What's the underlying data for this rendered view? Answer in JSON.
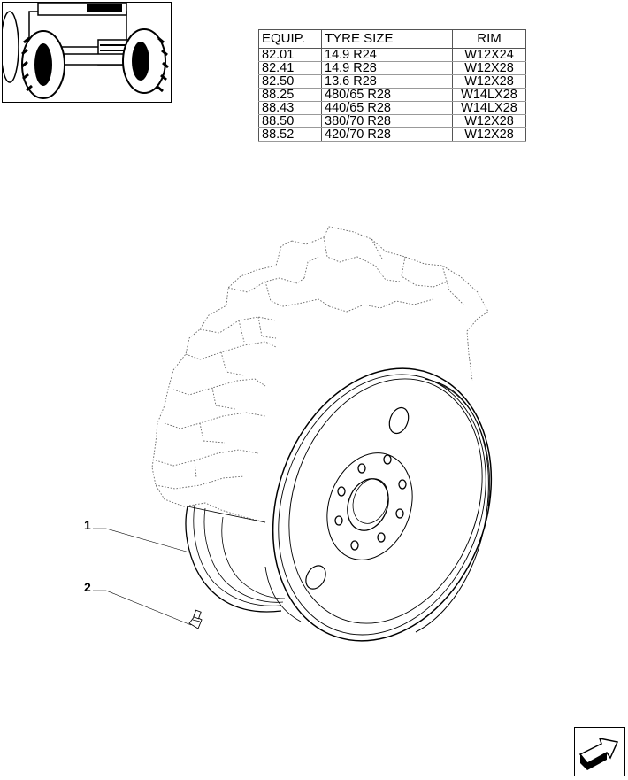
{
  "table": {
    "headers": [
      "EQUIP.",
      "TYRE SIZE",
      "RIM"
    ],
    "rows": [
      {
        "equip": "82.01",
        "tyre": "14.9 R24",
        "rim": "W12X24"
      },
      {
        "equip": "82.41",
        "tyre": "14.9 R28",
        "rim": "W12X28"
      },
      {
        "equip": "82.50",
        "tyre": "13.6 R28",
        "rim": "W12X28"
      },
      {
        "equip": "88.25",
        "tyre": "480/65 R28",
        "rim": "W14LX28"
      },
      {
        "equip": "88.43",
        "tyre": "440/65 R28",
        "rim": "W14LX28"
      },
      {
        "equip": "88.50",
        "tyre": "380/70 R28",
        "rim": "W12X28"
      },
      {
        "equip": "88.52",
        "tyre": "420/70 R28",
        "rim": "W12X28"
      }
    ]
  },
  "callouts": [
    "1",
    "2"
  ],
  "icons": {
    "thumbnail": "tractor-front-thumbnail-icon",
    "navigation": "next-page-arrow-icon"
  }
}
